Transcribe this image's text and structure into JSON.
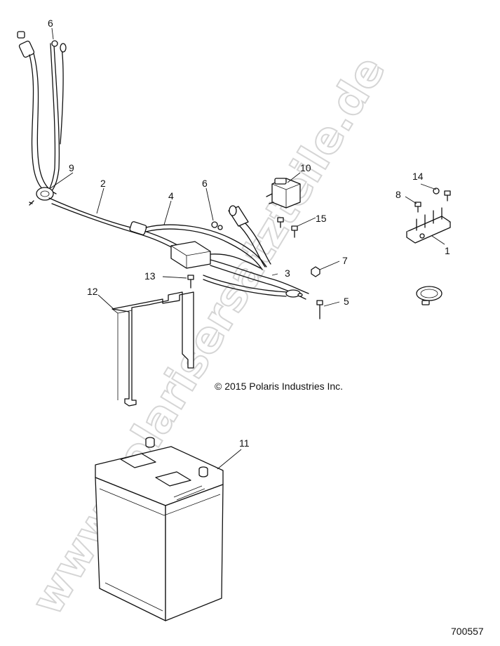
{
  "callouts": {
    "c1": "1",
    "c2": "2",
    "c3": "3",
    "c4": "4",
    "c5": "5",
    "c6a": "6",
    "c6b": "6",
    "c7": "7",
    "c8": "8",
    "c9": "9",
    "c10": "10",
    "c11": "11",
    "c12": "12",
    "c13": "13",
    "c14": "14",
    "c15": "15"
  },
  "copyright": "© 2015 Polaris Industries Inc.",
  "drawing_id": "700557",
  "watermark": "www.polarisersatzteile.de",
  "colors": {
    "line": "#111111",
    "watermark_outline": "#c8c8c8",
    "background": "#ffffff"
  }
}
